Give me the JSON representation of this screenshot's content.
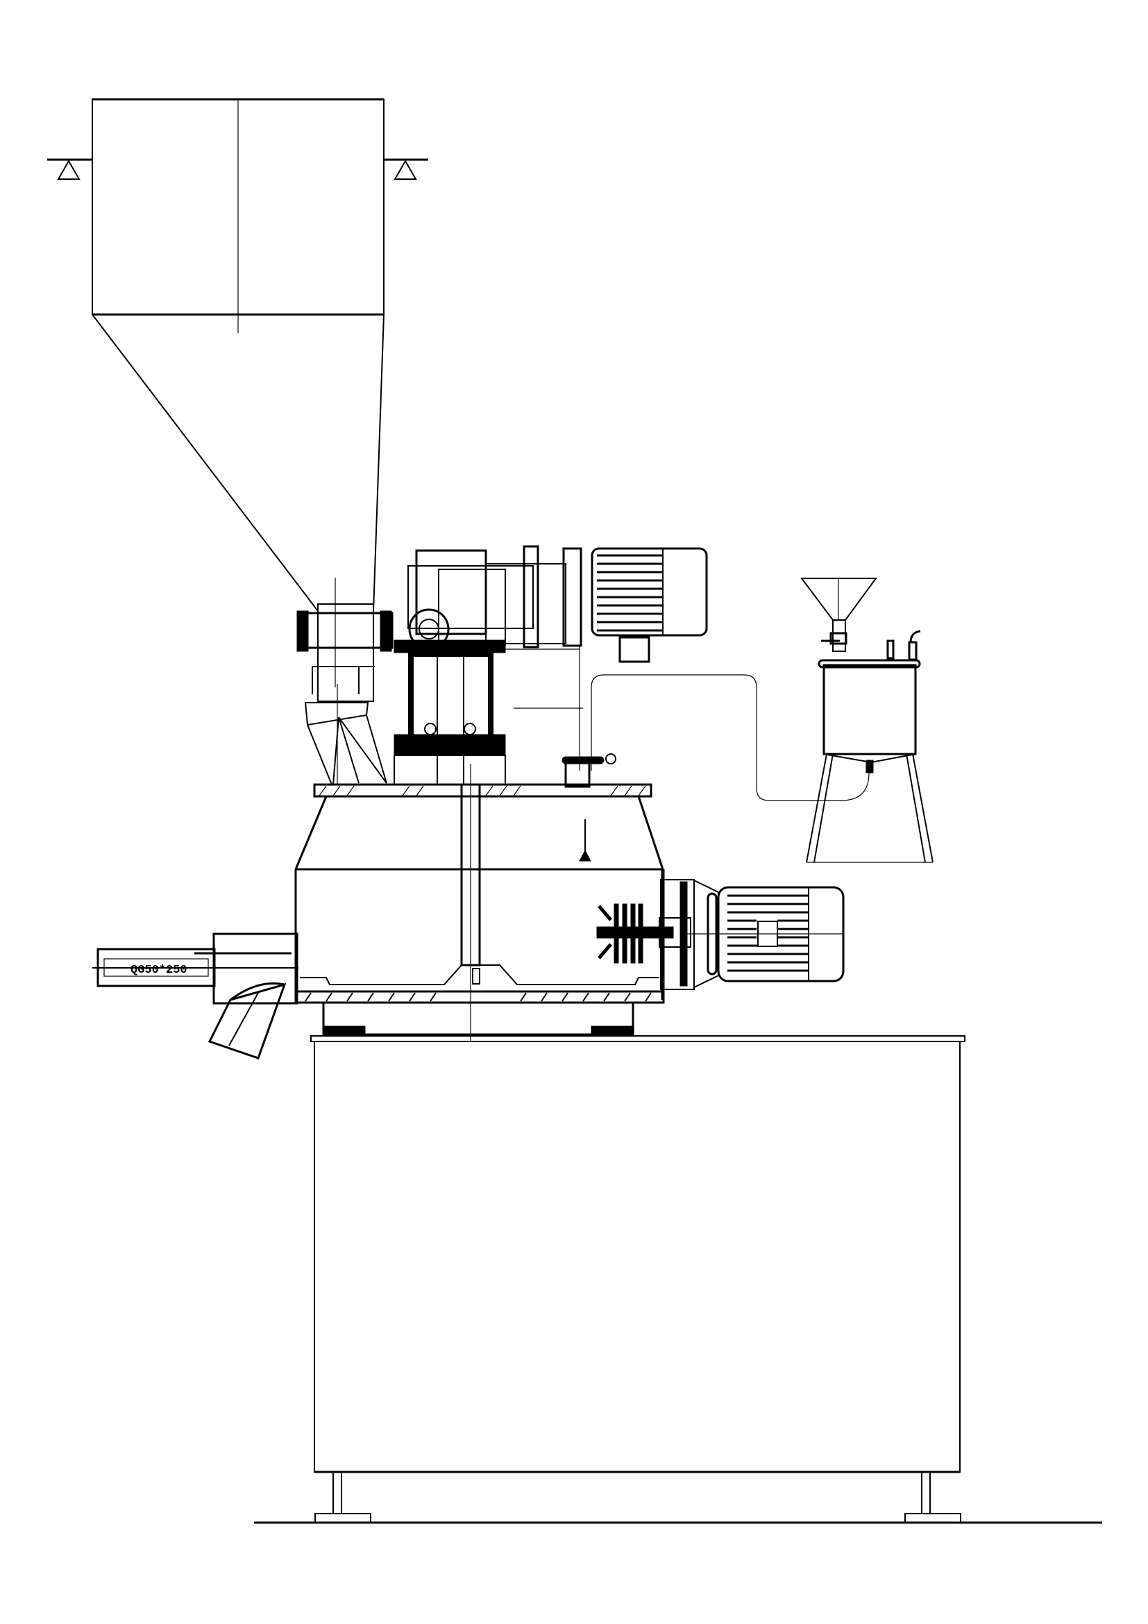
{
  "drawing": {
    "type": "engineering elevation drawing",
    "subject": "high-shear mixer granulator with feed hopper, binder tank and chopper motor",
    "background": "#ffffff",
    "line_color": "#000000"
  },
  "labels": {
    "discharge_valve": "QG50*250"
  },
  "components": [
    {
      "name": "feed-hopper",
      "shape": "rectangular bin with tapered cone"
    },
    {
      "name": "hopper-support-symbols",
      "count": 2
    },
    {
      "name": "butterfly-valve-flange"
    },
    {
      "name": "gearbox-and-main-motor"
    },
    {
      "name": "bearing-housing"
    },
    {
      "name": "mixing-bowl",
      "shape": "conical top cylindrical body"
    },
    {
      "name": "impeller-shaft"
    },
    {
      "name": "chopper-assembly"
    },
    {
      "name": "chopper-motor"
    },
    {
      "name": "binder-liquid-tank",
      "features": [
        "funnel",
        "valve",
        "vent fittings",
        "4 legs"
      ]
    },
    {
      "name": "liquid-feed-pipe"
    },
    {
      "name": "discharge-chute"
    },
    {
      "name": "pneumatic-cylinder",
      "label_ref": "labels.discharge_valve"
    },
    {
      "name": "machine-cabinet-base"
    },
    {
      "name": "feet",
      "count": 2
    },
    {
      "name": "ground-line"
    }
  ]
}
